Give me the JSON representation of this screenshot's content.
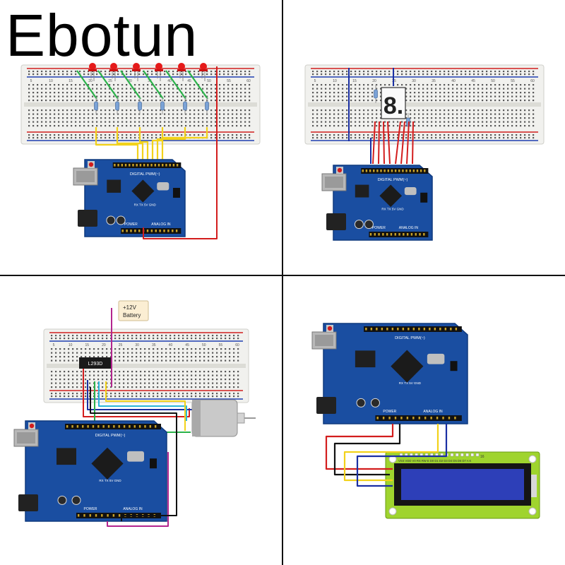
{
  "brand": {
    "name": "Ebotun"
  },
  "colors": {
    "board": "#1a4ea1",
    "board_dark": "#0f3a7f",
    "breadboard": "#f1f1ee",
    "rail_red": "#d11f1f",
    "rail_blue": "#1f3fb0",
    "wire_yellow": "#f2d21a",
    "wire_green": "#2bb24a",
    "wire_red": "#d31d1d",
    "wire_blue": "#1a2fa3",
    "wire_magenta": "#b3268f",
    "wire_cyan": "#2ab6d9",
    "led_red": "#e51a1a",
    "lcd_screen": "#2d3fb8",
    "lcd_pcb": "#9fd42e"
  },
  "panels": [
    {
      "id": "led-chaser",
      "components": [
        "breadboard",
        "red-led-x6",
        "resistor-x6",
        "arduino-uno"
      ]
    },
    {
      "id": "seven-segment",
      "components": [
        "breadboard",
        "seven-segment-display",
        "resistor-x2",
        "arduino-uno"
      ]
    },
    {
      "id": "motor-driver",
      "components": [
        "breadboard",
        "l293d-chip",
        "dc-motor",
        "battery",
        "arduino-uno"
      ]
    },
    {
      "id": "lcd-display",
      "components": [
        "lcd-1602",
        "arduino-uno"
      ]
    }
  ],
  "breadboard_numbers": [
    "5",
    "10",
    "15",
    "20",
    "25",
    "30",
    "35",
    "40",
    "45",
    "50",
    "55",
    "60"
  ],
  "seven_segment": {
    "digit": "8."
  },
  "motor": {
    "chip_label": "L293D",
    "battery_label_1": "+12V",
    "battery_label_2": "Battery"
  },
  "lcd": {
    "pin_labels": "VSS VDD V0 RS RW E  D0 D1 D2 D3 D4 D5 D6 D7 A  K",
    "pin_count": "16"
  },
  "arduino": {
    "digital_label": "DIGITAL PWM(~)",
    "analog_label": "ANALOG IN",
    "power_label": "POWER",
    "pins_label": "RX TX 5V GND"
  }
}
